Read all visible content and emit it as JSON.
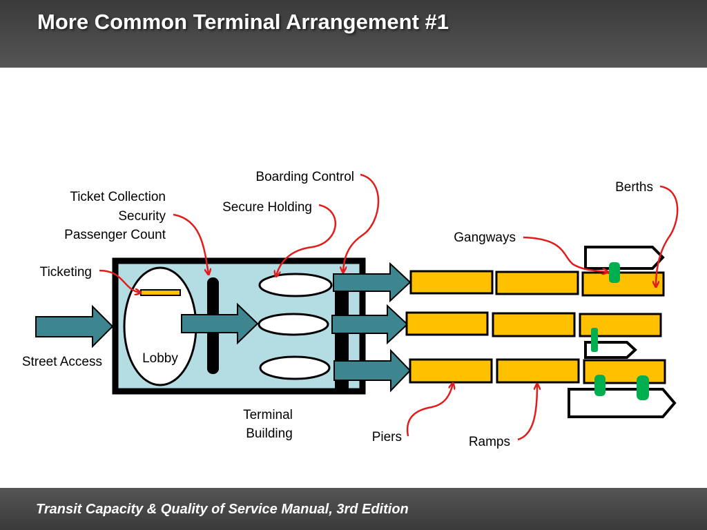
{
  "header": {
    "title": "More Common Terminal Arrangement #1"
  },
  "footer": {
    "text": "Transit Capacity & Quality of Service Manual, 3rd Edition"
  },
  "labels": {
    "boarding_control": "Boarding Control",
    "berths": "Berths",
    "ticket_collection": "Ticket Collection",
    "security": "Security",
    "passenger_count": "Passenger Count",
    "secure_holding": "Secure Holding",
    "gangways": "Gangways",
    "ticketing": "Ticketing",
    "street_access": "Street Access",
    "lobby": "Lobby",
    "terminal": "Terminal",
    "building": "Building",
    "piers": "Piers",
    "ramps": "Ramps"
  },
  "colors": {
    "building_fill": "#b4dde3",
    "flow_arrow": "#3e868f",
    "pier_ramp": "#ffc000",
    "gangway": "#00b050",
    "callout_arrow": "#e21b1b"
  }
}
